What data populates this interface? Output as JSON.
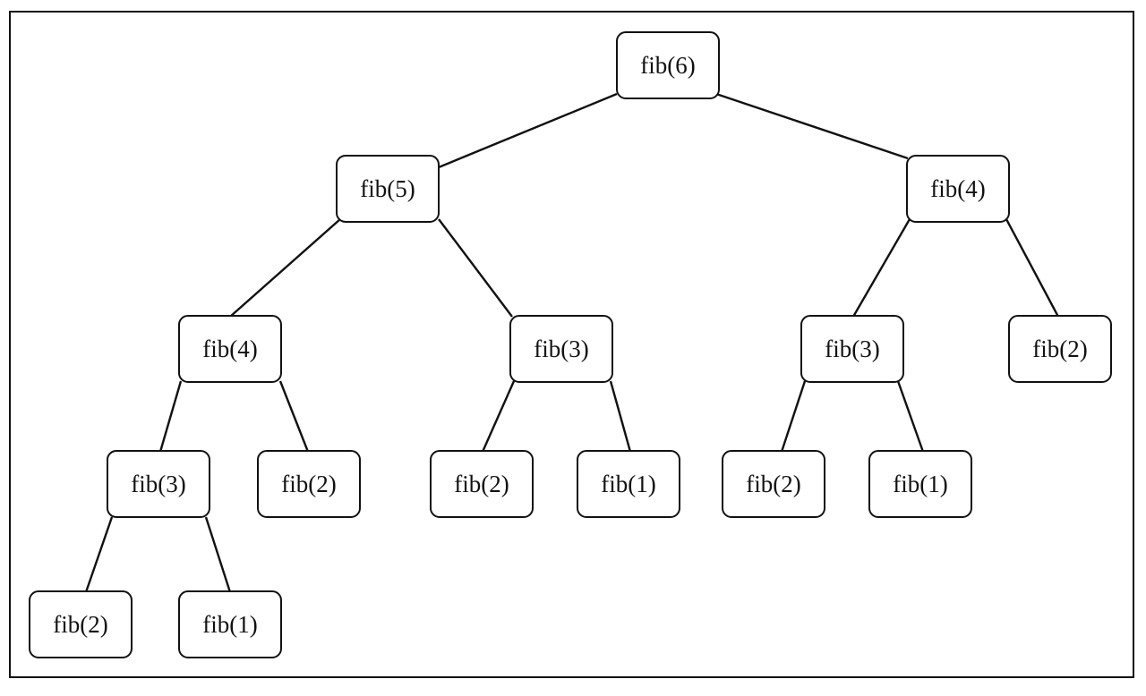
{
  "diagram": {
    "type": "tree",
    "colors": {
      "stroke": "#111111",
      "fill": "#ffffff",
      "text": "#111111"
    },
    "nodes": [
      {
        "id": "n0",
        "label": "fib(6)"
      },
      {
        "id": "n1",
        "label": "fib(5)"
      },
      {
        "id": "n2",
        "label": "fib(4)"
      },
      {
        "id": "n3",
        "label": "fib(4)"
      },
      {
        "id": "n4",
        "label": "fib(3)"
      },
      {
        "id": "n5",
        "label": "fib(3)"
      },
      {
        "id": "n6",
        "label": "fib(2)"
      },
      {
        "id": "n7",
        "label": "fib(3)"
      },
      {
        "id": "n8",
        "label": "fib(2)"
      },
      {
        "id": "n9",
        "label": "fib(2)"
      },
      {
        "id": "n10",
        "label": "fib(1)"
      },
      {
        "id": "n11",
        "label": "fib(2)"
      },
      {
        "id": "n12",
        "label": "fib(1)"
      },
      {
        "id": "n13",
        "label": "fib(2)"
      },
      {
        "id": "n14",
        "label": "fib(1)"
      }
    ],
    "edges": [
      [
        "n0",
        "n1"
      ],
      [
        "n0",
        "n2"
      ],
      [
        "n1",
        "n3"
      ],
      [
        "n1",
        "n4"
      ],
      [
        "n2",
        "n5"
      ],
      [
        "n2",
        "n6"
      ],
      [
        "n3",
        "n7"
      ],
      [
        "n3",
        "n8"
      ],
      [
        "n4",
        "n9"
      ],
      [
        "n4",
        "n10"
      ],
      [
        "n5",
        "n11"
      ],
      [
        "n5",
        "n12"
      ],
      [
        "n7",
        "n13"
      ],
      [
        "n7",
        "n14"
      ]
    ]
  }
}
